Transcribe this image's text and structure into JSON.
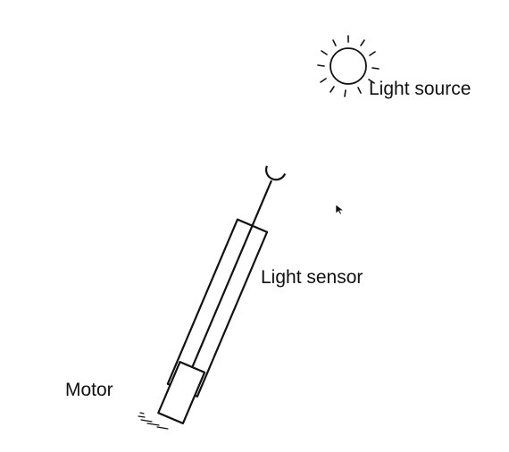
{
  "labels": {
    "light_source": "Light source",
    "light_sensor": "Light sensor",
    "motor": "Motor"
  },
  "colors": {
    "stroke": "#111111",
    "background": "#ffffff"
  },
  "icons": {
    "sun": "sun-icon",
    "cursor": "mouse-cursor-icon"
  }
}
